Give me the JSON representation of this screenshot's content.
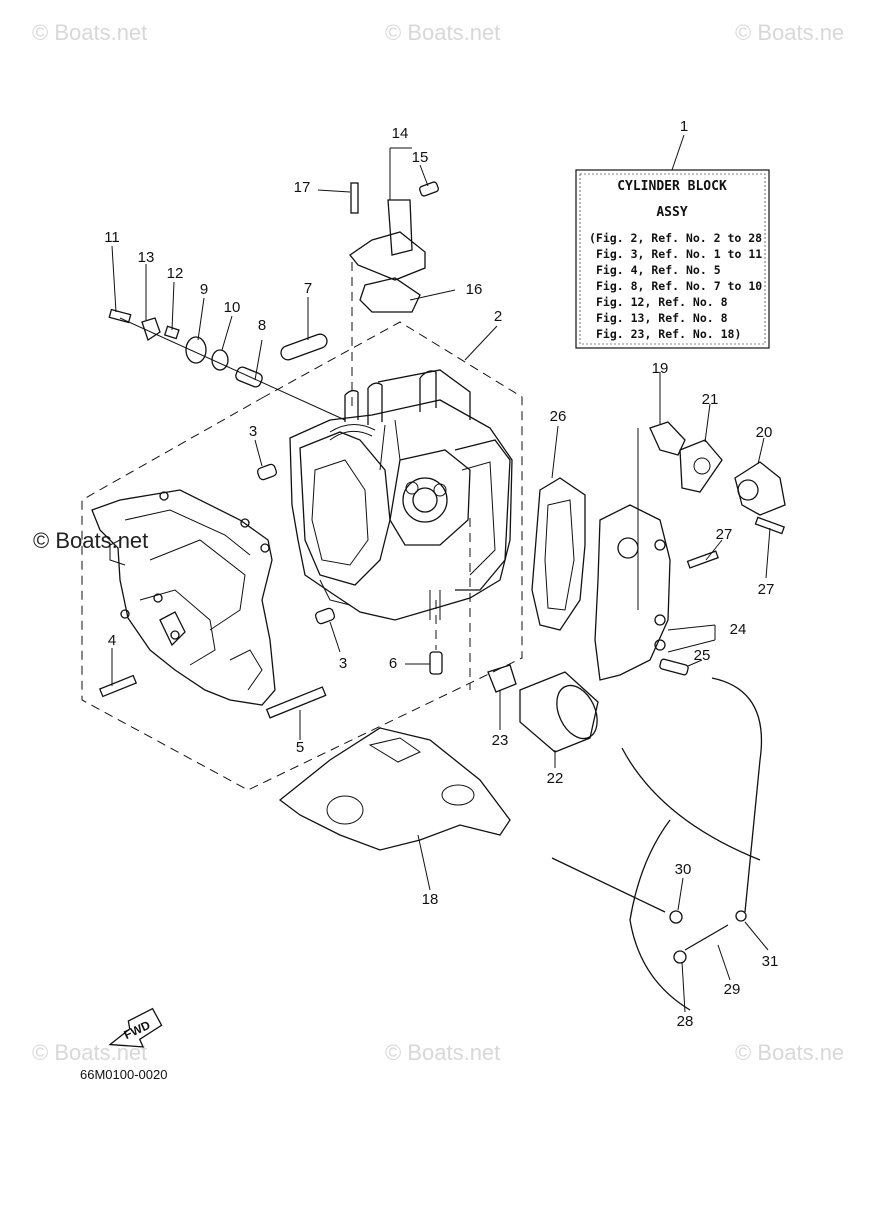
{
  "watermarks": [
    "© Boats.net",
    "© Boats.net",
    "© Boats.ne",
    "© Boats.net",
    "© Boats.net",
    "© Boats.net",
    "© Boats.ne"
  ],
  "info_box": {
    "title_line1": "CYLINDER BLOCK",
    "title_line2": "ASSY",
    "refs": [
      "(Fig. 2, Ref. No. 2 to 28",
      "Fig. 3, Ref. No. 1 to 11",
      "Fig. 4, Ref. No. 5",
      "Fig. 8, Ref. No. 7 to 10",
      "Fig. 12, Ref. No. 8",
      "Fig. 13, Ref. No. 8",
      "Fig. 23, Ref. No. 18)"
    ]
  },
  "callouts": [
    "1",
    "2",
    "3",
    "3",
    "4",
    "5",
    "6",
    "7",
    "8",
    "9",
    "10",
    "11",
    "12",
    "13",
    "14",
    "15",
    "16",
    "17",
    "18",
    "19",
    "20",
    "21",
    "22",
    "23",
    "24",
    "25",
    "26",
    "27",
    "27",
    "28",
    "29",
    "30",
    "31"
  ],
  "fwd_label": "FWD",
  "diagram_code": "66M0100-0020"
}
